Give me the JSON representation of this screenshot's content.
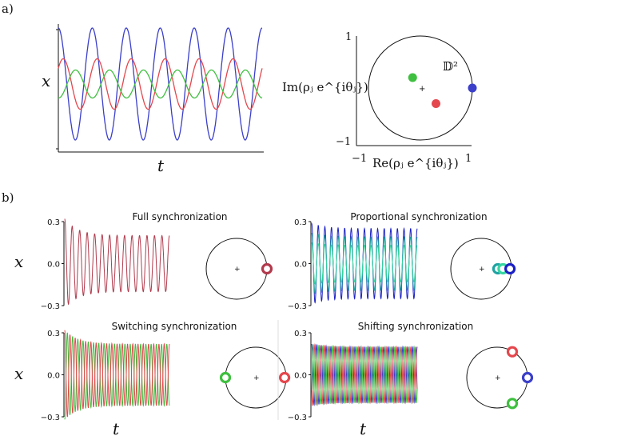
{
  "panel_a": {
    "label": "a)",
    "time_series": {
      "ylabel": "x",
      "xlabel": "t",
      "series_colors": [
        "#3b3fc9",
        "#e4474d",
        "#3fbf3f"
      ]
    },
    "disk": {
      "ylabel": "Im(ρⱼ e^{iθⱼ})",
      "xlabel": "Re(ρⱼ e^{iθⱼ})",
      "domain_label": "𝔻²",
      "ytick_top": "1",
      "ytick_bottom": "−1",
      "xtick_left": "−1",
      "xtick_right": "1"
    }
  },
  "panel_b": {
    "label": "b)",
    "ylabel": "x",
    "xlabel": "t",
    "subplots": [
      {
        "title": "Full synchronization",
        "yticks": [
          "0.3",
          "0.0",
          "−0.3"
        ]
      },
      {
        "title": "Proportional synchronization",
        "yticks": [
          "0.3",
          "0.0",
          "−0.3"
        ]
      },
      {
        "title": "Switching synchronization",
        "yticks": [
          "0.3",
          "0.0",
          "−0.3"
        ]
      },
      {
        "title": "Shifting synchronization",
        "yticks": [
          "0.3",
          "0.0",
          "−0.3"
        ]
      }
    ]
  },
  "chart_data": [
    {
      "type": "line",
      "panel": "a-left",
      "ylabel": "x",
      "xlabel": "t",
      "series": [
        {
          "color": "#3b3fc9",
          "amplitude": 1.0,
          "phase": 0.0
        },
        {
          "color": "#e4474d",
          "amplitude": 0.45,
          "phase": -0.9
        },
        {
          "color": "#3fbf3f",
          "amplitude": 0.25,
          "phase": 3.1
        }
      ],
      "periods": 6
    },
    {
      "type": "scatter",
      "panel": "a-right",
      "xlabel": "Re(ρⱼ e^{iθⱼ})",
      "ylabel": "Im(ρⱼ e^{iθⱼ})",
      "xlim": [
        -1,
        1
      ],
      "ylim": [
        -1,
        1
      ],
      "points": [
        {
          "x": -0.15,
          "y": 0.2,
          "color": "#3fbf3f"
        },
        {
          "x": 0.3,
          "y": -0.3,
          "color": "#e4474d"
        },
        {
          "x": 1.0,
          "y": 0.0,
          "color": "#3b3fc9"
        }
      ]
    },
    {
      "type": "line",
      "title": "Full synchronization",
      "ylim": [
        -0.3,
        0.3
      ],
      "series": [
        {
          "color": "#b13a4c",
          "amplitude": 0.2,
          "phase": 0
        }
      ],
      "periods": 14,
      "disk_points": [
        {
          "x": 1.0,
          "y": 0.0,
          "color": "#b13a4c"
        }
      ]
    },
    {
      "type": "line",
      "title": "Proportional synchronization",
      "ylim": [
        -0.3,
        0.3
      ],
      "series": [
        {
          "color": "#1a1fc4",
          "amplitude": 0.25,
          "phase": 0
        },
        {
          "color": "#1fa3a3",
          "amplitude": 0.19,
          "phase": 0
        },
        {
          "color": "#36d6a0",
          "amplitude": 0.13,
          "phase": 0
        }
      ],
      "periods": 16,
      "disk_points": [
        {
          "x": 0.55,
          "y": 0.0,
          "color": "#1fa3a3"
        },
        {
          "x": 0.72,
          "y": 0.0,
          "color": "#36d6a0"
        },
        {
          "x": 0.95,
          "y": 0.0,
          "color": "#1a1fc4"
        }
      ]
    },
    {
      "type": "line",
      "title": "Switching synchronization",
      "ylim": [
        -0.3,
        0.3
      ],
      "series": [
        {
          "color": "#3fbf3f",
          "amplitude": 0.22,
          "phase": 3.1416
        },
        {
          "color": "#e4474d",
          "amplitude": 0.22,
          "phase": 0
        }
      ],
      "periods": 20,
      "disk_points": [
        {
          "x": -1.0,
          "y": 0.0,
          "color": "#3fbf3f"
        },
        {
          "x": 0.95,
          "y": 0.0,
          "color": "#e4474d"
        }
      ]
    },
    {
      "type": "line",
      "title": "Shifting synchronization",
      "ylim": [
        -0.3,
        0.3
      ],
      "series": [
        {
          "color": "#3b3fc9",
          "amplitude": 0.2,
          "phase": 0
        },
        {
          "color": "#e4474d",
          "amplitude": 0.2,
          "phase": 2.094
        },
        {
          "color": "#3fbf3f",
          "amplitude": 0.2,
          "phase": 4.189
        }
      ],
      "periods": 22,
      "disk_points": [
        {
          "x": 0.5,
          "y": 0.85,
          "color": "#e4474d"
        },
        {
          "x": 1.0,
          "y": 0.0,
          "color": "#3b3fc9"
        },
        {
          "x": 0.5,
          "y": -0.85,
          "color": "#3fbf3f"
        }
      ]
    }
  ]
}
